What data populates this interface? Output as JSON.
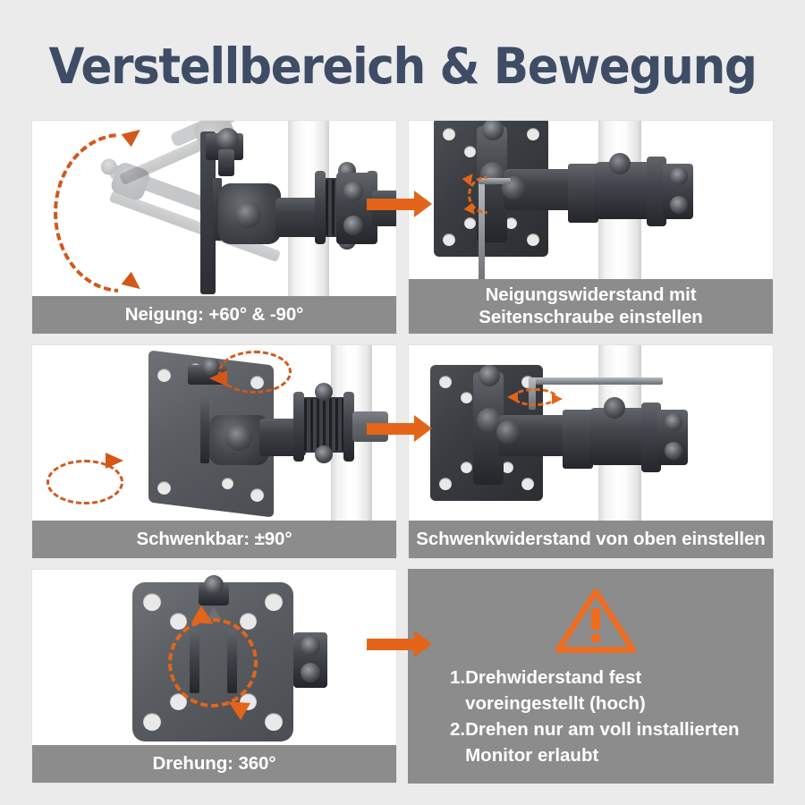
{
  "header": {
    "title": "Verstellbereich & Bewegung"
  },
  "colors": {
    "page_background": "#ebebeb",
    "title": "#3e4c66",
    "caption_bar": "#8c8c8c",
    "accent_orange": "#e4651a",
    "arc_orange": "#d4571a",
    "warning_orange": "#ef6c1f",
    "panel_background": "#ffffff",
    "hardware_dark": "#2c2e32"
  },
  "panels": [
    {
      "id": "tilt-range",
      "caption": "Neigung: +60° & -90°",
      "icons": [
        "tilt-arc-arrow-icon",
        "monitor-mount-side-view-icon"
      ]
    },
    {
      "id": "tilt-tension",
      "caption_line1": "Neigungswiderstand mit",
      "caption_line2": "Seitenschraube einstellen",
      "icons": [
        "hex-key-icon",
        "rotation-arrow-icon",
        "monitor-mount-on-pole-icon"
      ]
    },
    {
      "id": "swivel-range",
      "caption": "Schwenkbar: ±90°",
      "icons": [
        "swivel-arc-arrow-icon",
        "monitor-mount-front-angle-icon"
      ]
    },
    {
      "id": "swivel-tension",
      "caption": "Schwenkwiderstand von oben einstellen",
      "icons": [
        "hex-key-top-icon",
        "rotation-arrow-icon",
        "monitor-mount-on-pole-icon"
      ]
    },
    {
      "id": "rotation-range",
      "caption": "Drehung: 360°",
      "icons": [
        "rotation-circle-arrow-icon",
        "vesa-plate-front-view-icon"
      ]
    },
    {
      "id": "rotation-warning",
      "icons": [
        "warning-triangle-icon"
      ],
      "notes": [
        {
          "number": "1.",
          "text": "Drehwiderstand fest voreingestellt (hoch)"
        },
        {
          "number": "2.",
          "text": "Drehen nur am voll installierten Monitor erlaubt"
        }
      ]
    }
  ],
  "connectors": [
    {
      "id": "arrow-row1",
      "from": "tilt-range",
      "to": "tilt-tension"
    },
    {
      "id": "arrow-row2",
      "from": "swivel-range",
      "to": "swivel-tension"
    },
    {
      "id": "arrow-row3",
      "from": "rotation-range",
      "to": "rotation-warning"
    }
  ]
}
